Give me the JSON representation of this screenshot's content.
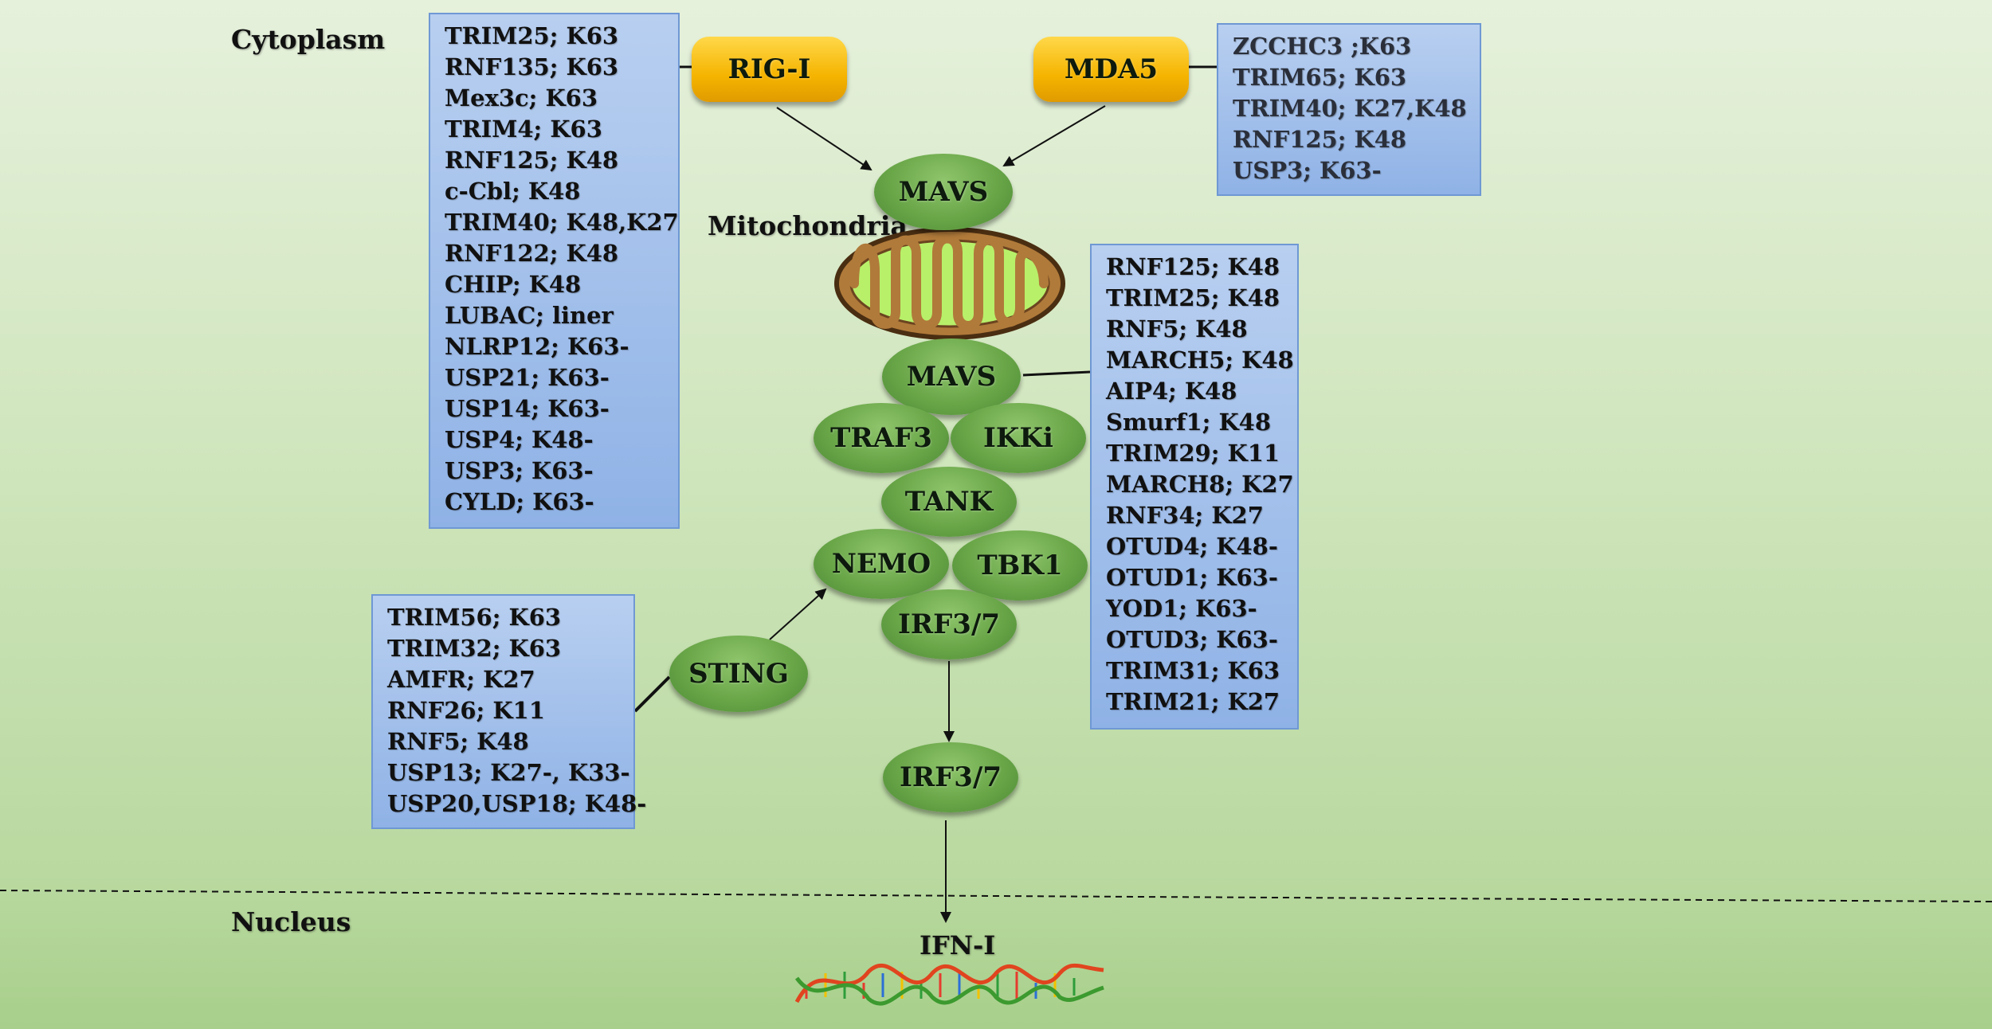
{
  "regions": {
    "cytoplasm": "Cytoplasm",
    "mitochondria": "Mitochondria",
    "nucleus": "Nucleus"
  },
  "nodes": {
    "rig_i": "RIG-I",
    "mda5": "MDA5",
    "mavs_top": "MAVS",
    "mavs_bottom": "MAVS",
    "traf3": "TRAF3",
    "ikki": "IKKi",
    "tank": "TANK",
    "nemo": "NEMO",
    "tbk1": "TBK1",
    "irf37_top": "IRF3/7",
    "irf37_bottom": "IRF3/7",
    "sting": "STING",
    "ifn": "IFN-I"
  },
  "boxes": {
    "rig_i_regulators": [
      "TRIM25; K63",
      "RNF135; K63",
      "Mex3c; K63",
      "TRIM4; K63",
      "RNF125; K48",
      "c-Cbl; K48",
      "TRIM40; K48,K27",
      "RNF122; K48",
      "CHIP; K48",
      "LUBAC; liner",
      "NLRP12; K63-",
      "USP21; K63-",
      "USP14; K63-",
      "USP4; K48-",
      "USP3; K63-",
      "CYLD; K63-"
    ],
    "mda5_regulators": [
      "ZCCHC3 ;K63",
      "TRIM65; K63",
      "TRIM40; K27,K48",
      "RNF125; K48",
      "USP3; K63-"
    ],
    "mavs_regulators": [
      "RNF125; K48",
      "TRIM25; K48",
      "RNF5; K48",
      "MARCH5; K48",
      "AIP4; K48",
      "Smurf1; K48",
      "TRIM29; K11",
      "MARCH8; K27",
      "RNF34; K27",
      "OTUD4; K48-",
      "OTUD1; K63-",
      "YOD1; K63-",
      "OTUD3; K63-",
      "TRIM31; K63",
      "TRIM21; K27"
    ],
    "sting_regulators": [
      "TRIM56; K63",
      "TRIM32; K63",
      "AMFR; K27",
      "RNF26; K11",
      "RNF5; K48",
      "USP13; K27-, K33-",
      "USP20,USP18; K48-"
    ]
  },
  "colors": {
    "box_fill": "#a6c2ec",
    "node_green": "#69a648",
    "receptor_yellow": "#f5b400",
    "mito_outer": "#b07a3a",
    "mito_inner": "#b8f06a"
  },
  "icons": {
    "mitochondrion": "mitochondrion-icon",
    "dna": "dna-helix-icon"
  }
}
